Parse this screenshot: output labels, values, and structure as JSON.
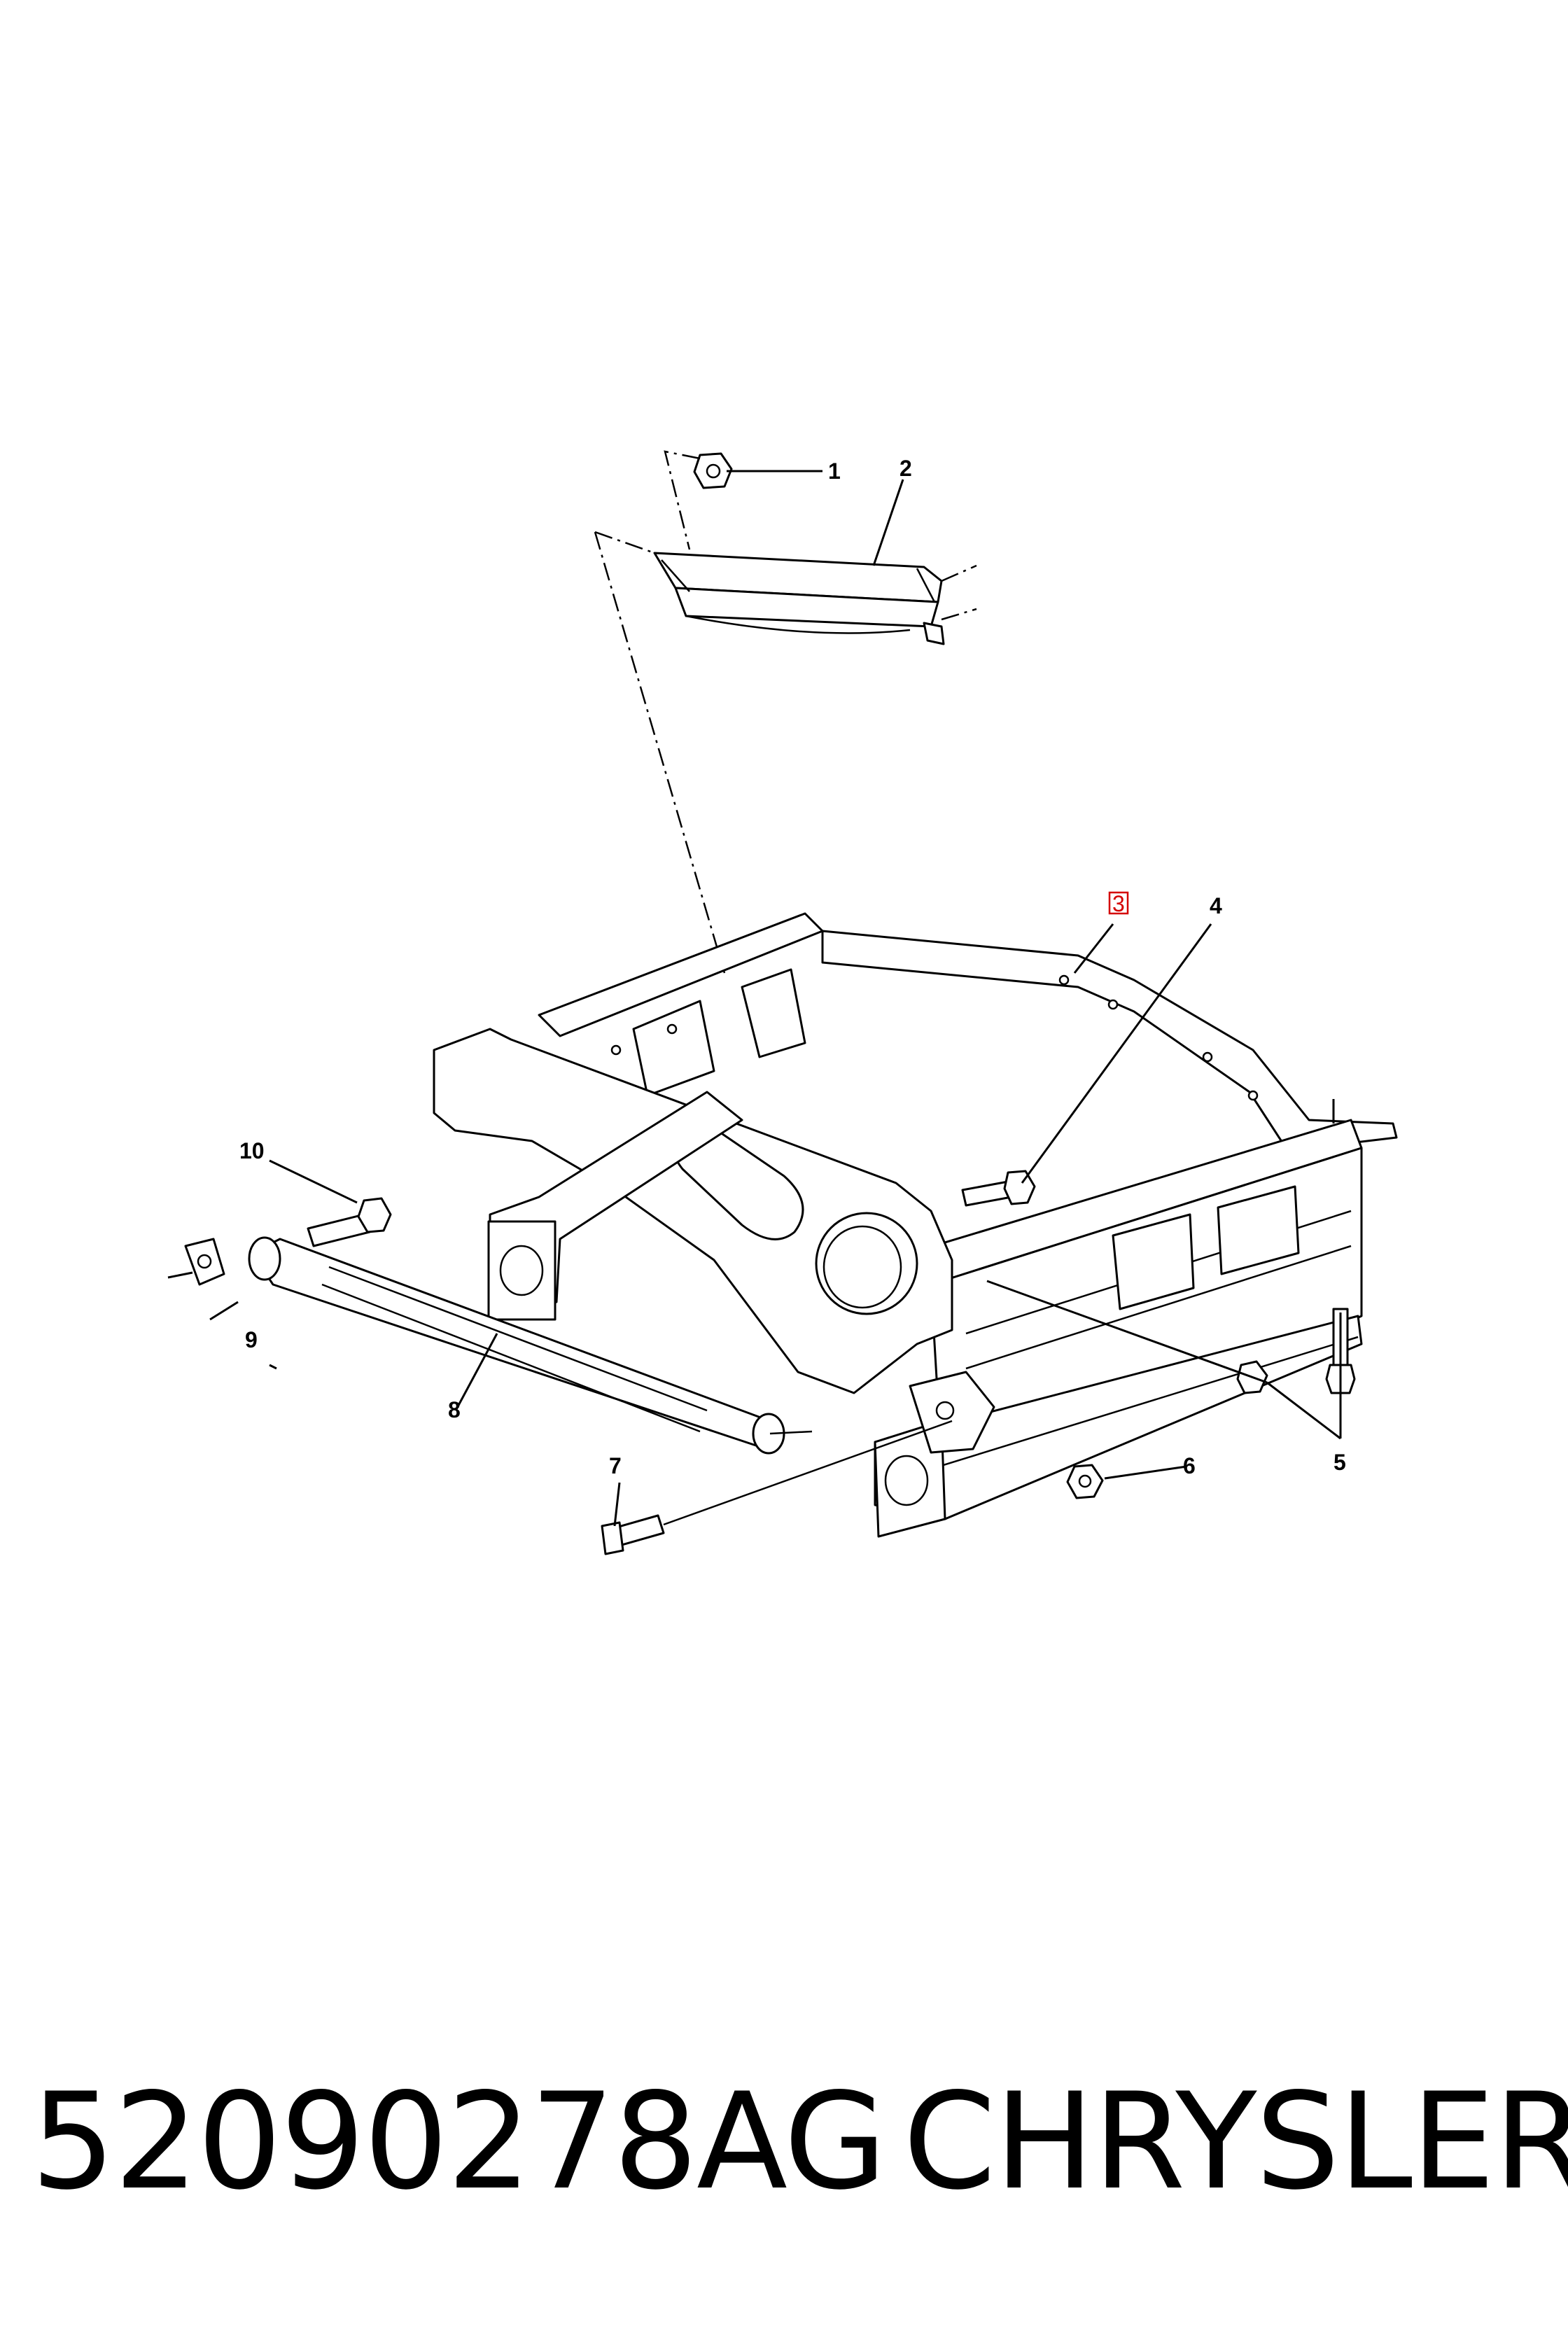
{
  "diagram": {
    "callouts": [
      {
        "id": "1",
        "label": "1"
      },
      {
        "id": "2",
        "label": "2"
      },
      {
        "id": "3",
        "label": "3",
        "highlighted": true
      },
      {
        "id": "4",
        "label": "4"
      },
      {
        "id": "5",
        "label": "5"
      },
      {
        "id": "6",
        "label": "6"
      },
      {
        "id": "7",
        "label": "7"
      },
      {
        "id": "8",
        "label": "8"
      },
      {
        "id": "9",
        "label": "9"
      },
      {
        "id": "10",
        "label": "10"
      }
    ],
    "colors": {
      "line": "#000000",
      "highlight": "#d40000",
      "background": "#ffffff"
    }
  },
  "footer": {
    "part_number": "52090278AG",
    "brand": "CHRYSLER"
  }
}
